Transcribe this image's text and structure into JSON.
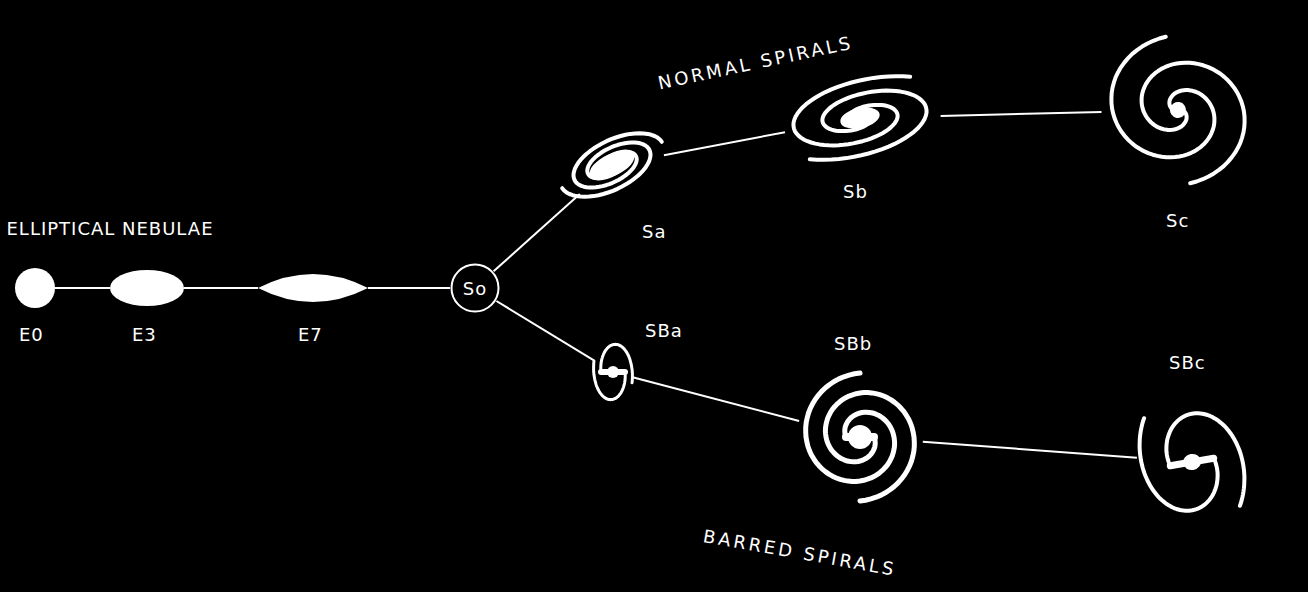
{
  "diagram": {
    "nodes": [
      {
        "text": [
          "E0"
        ]
      },
      {
        "text": [
          "E3"
        ]
      },
      {
        "text": [
          "E7"
        ]
      },
      {
        "text": [
          "So"
        ]
      },
      {
        "text": [
          "Sa"
        ]
      },
      {
        "text": [
          "Sb"
        ]
      },
      {
        "text": [
          "Sc"
        ]
      },
      {
        "text": [
          "SBa"
        ]
      },
      {
        "text": [
          "SBb"
        ]
      },
      {
        "text": [
          "SBc"
        ]
      }
    ],
    "edges": [
      {
        "from": 0,
        "to": 1,
        "arrow": "none"
      },
      {
        "from": 1,
        "to": 2,
        "arrow": "none"
      },
      {
        "from": 2,
        "to": 3,
        "arrow": "none"
      },
      {
        "from": 3,
        "to": 4,
        "arrow": "none"
      },
      {
        "from": 4,
        "to": 5,
        "arrow": "none"
      },
      {
        "from": 5,
        "to": 6,
        "arrow": "none"
      },
      {
        "from": 3,
        "to": 7,
        "arrow": "none"
      },
      {
        "from": 7,
        "to": 8,
        "arrow": "none"
      },
      {
        "from": 8,
        "to": 9,
        "arrow": "none"
      }
    ],
    "labels": [
      "ELLIPTICAL NEBULAE",
      "NORMAL SPIRALS",
      "BARRED SPIRALS"
    ]
  }
}
